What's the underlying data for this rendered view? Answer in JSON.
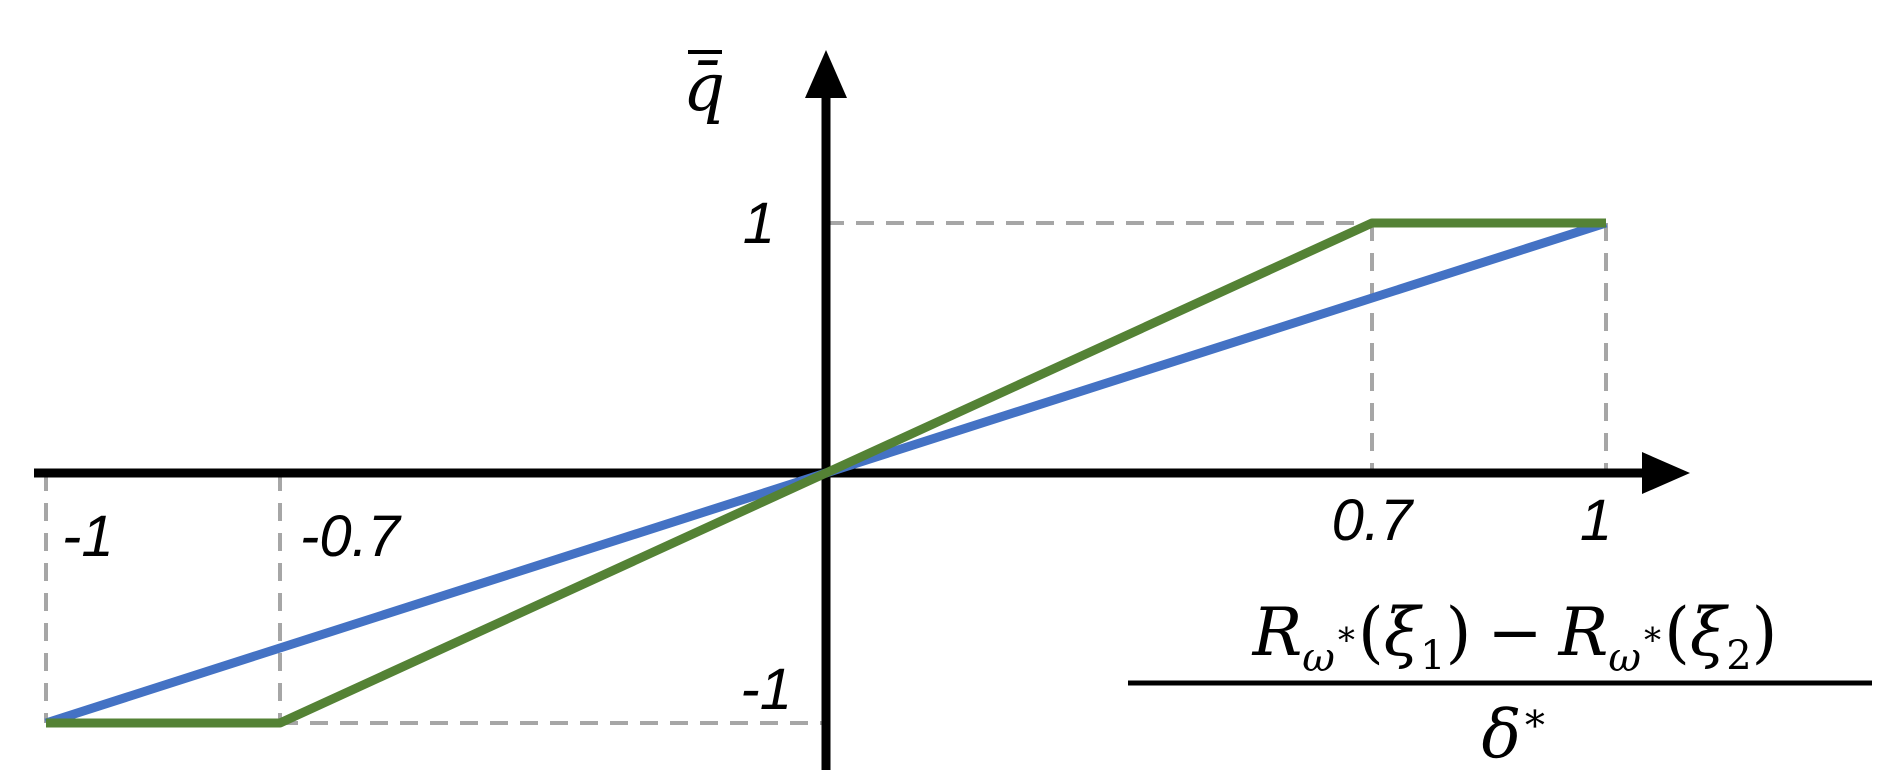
{
  "chart_data": {
    "type": "line",
    "ylabel": "q̄",
    "xlabel": {
      "numerator": {
        "R": "R",
        "omega": "ω",
        "star": "∗",
        "open": "(",
        "xi": "ξ",
        "sub1": "1",
        "sub2": "2",
        "close": ")",
        "minus": "−"
      },
      "denominator": {
        "delta": "δ",
        "star": "∗"
      }
    },
    "xlim": [
      -1,
      1
    ],
    "ylim": [
      -1,
      1
    ],
    "x_ticks": [
      {
        "value": -1,
        "label": "-1"
      },
      {
        "value": -0.7,
        "label": "-0.7"
      },
      {
        "value": 0.7,
        "label": "0.7"
      },
      {
        "value": 1,
        "label": "1"
      }
    ],
    "y_ticks": [
      {
        "value": 1,
        "label": "1"
      },
      {
        "value": -1,
        "label": "-1"
      }
    ],
    "series": [
      {
        "color": "#4472c4",
        "x": [
          -1,
          1
        ],
        "y": [
          -1,
          1
        ]
      },
      {
        "color": "#548235",
        "x": [
          -1,
          -0.7,
          0.7,
          1
        ],
        "y": [
          -1,
          -1,
          1,
          1
        ]
      }
    ],
    "guide_color": "#a6a6a6",
    "axis_color": "#000000"
  }
}
